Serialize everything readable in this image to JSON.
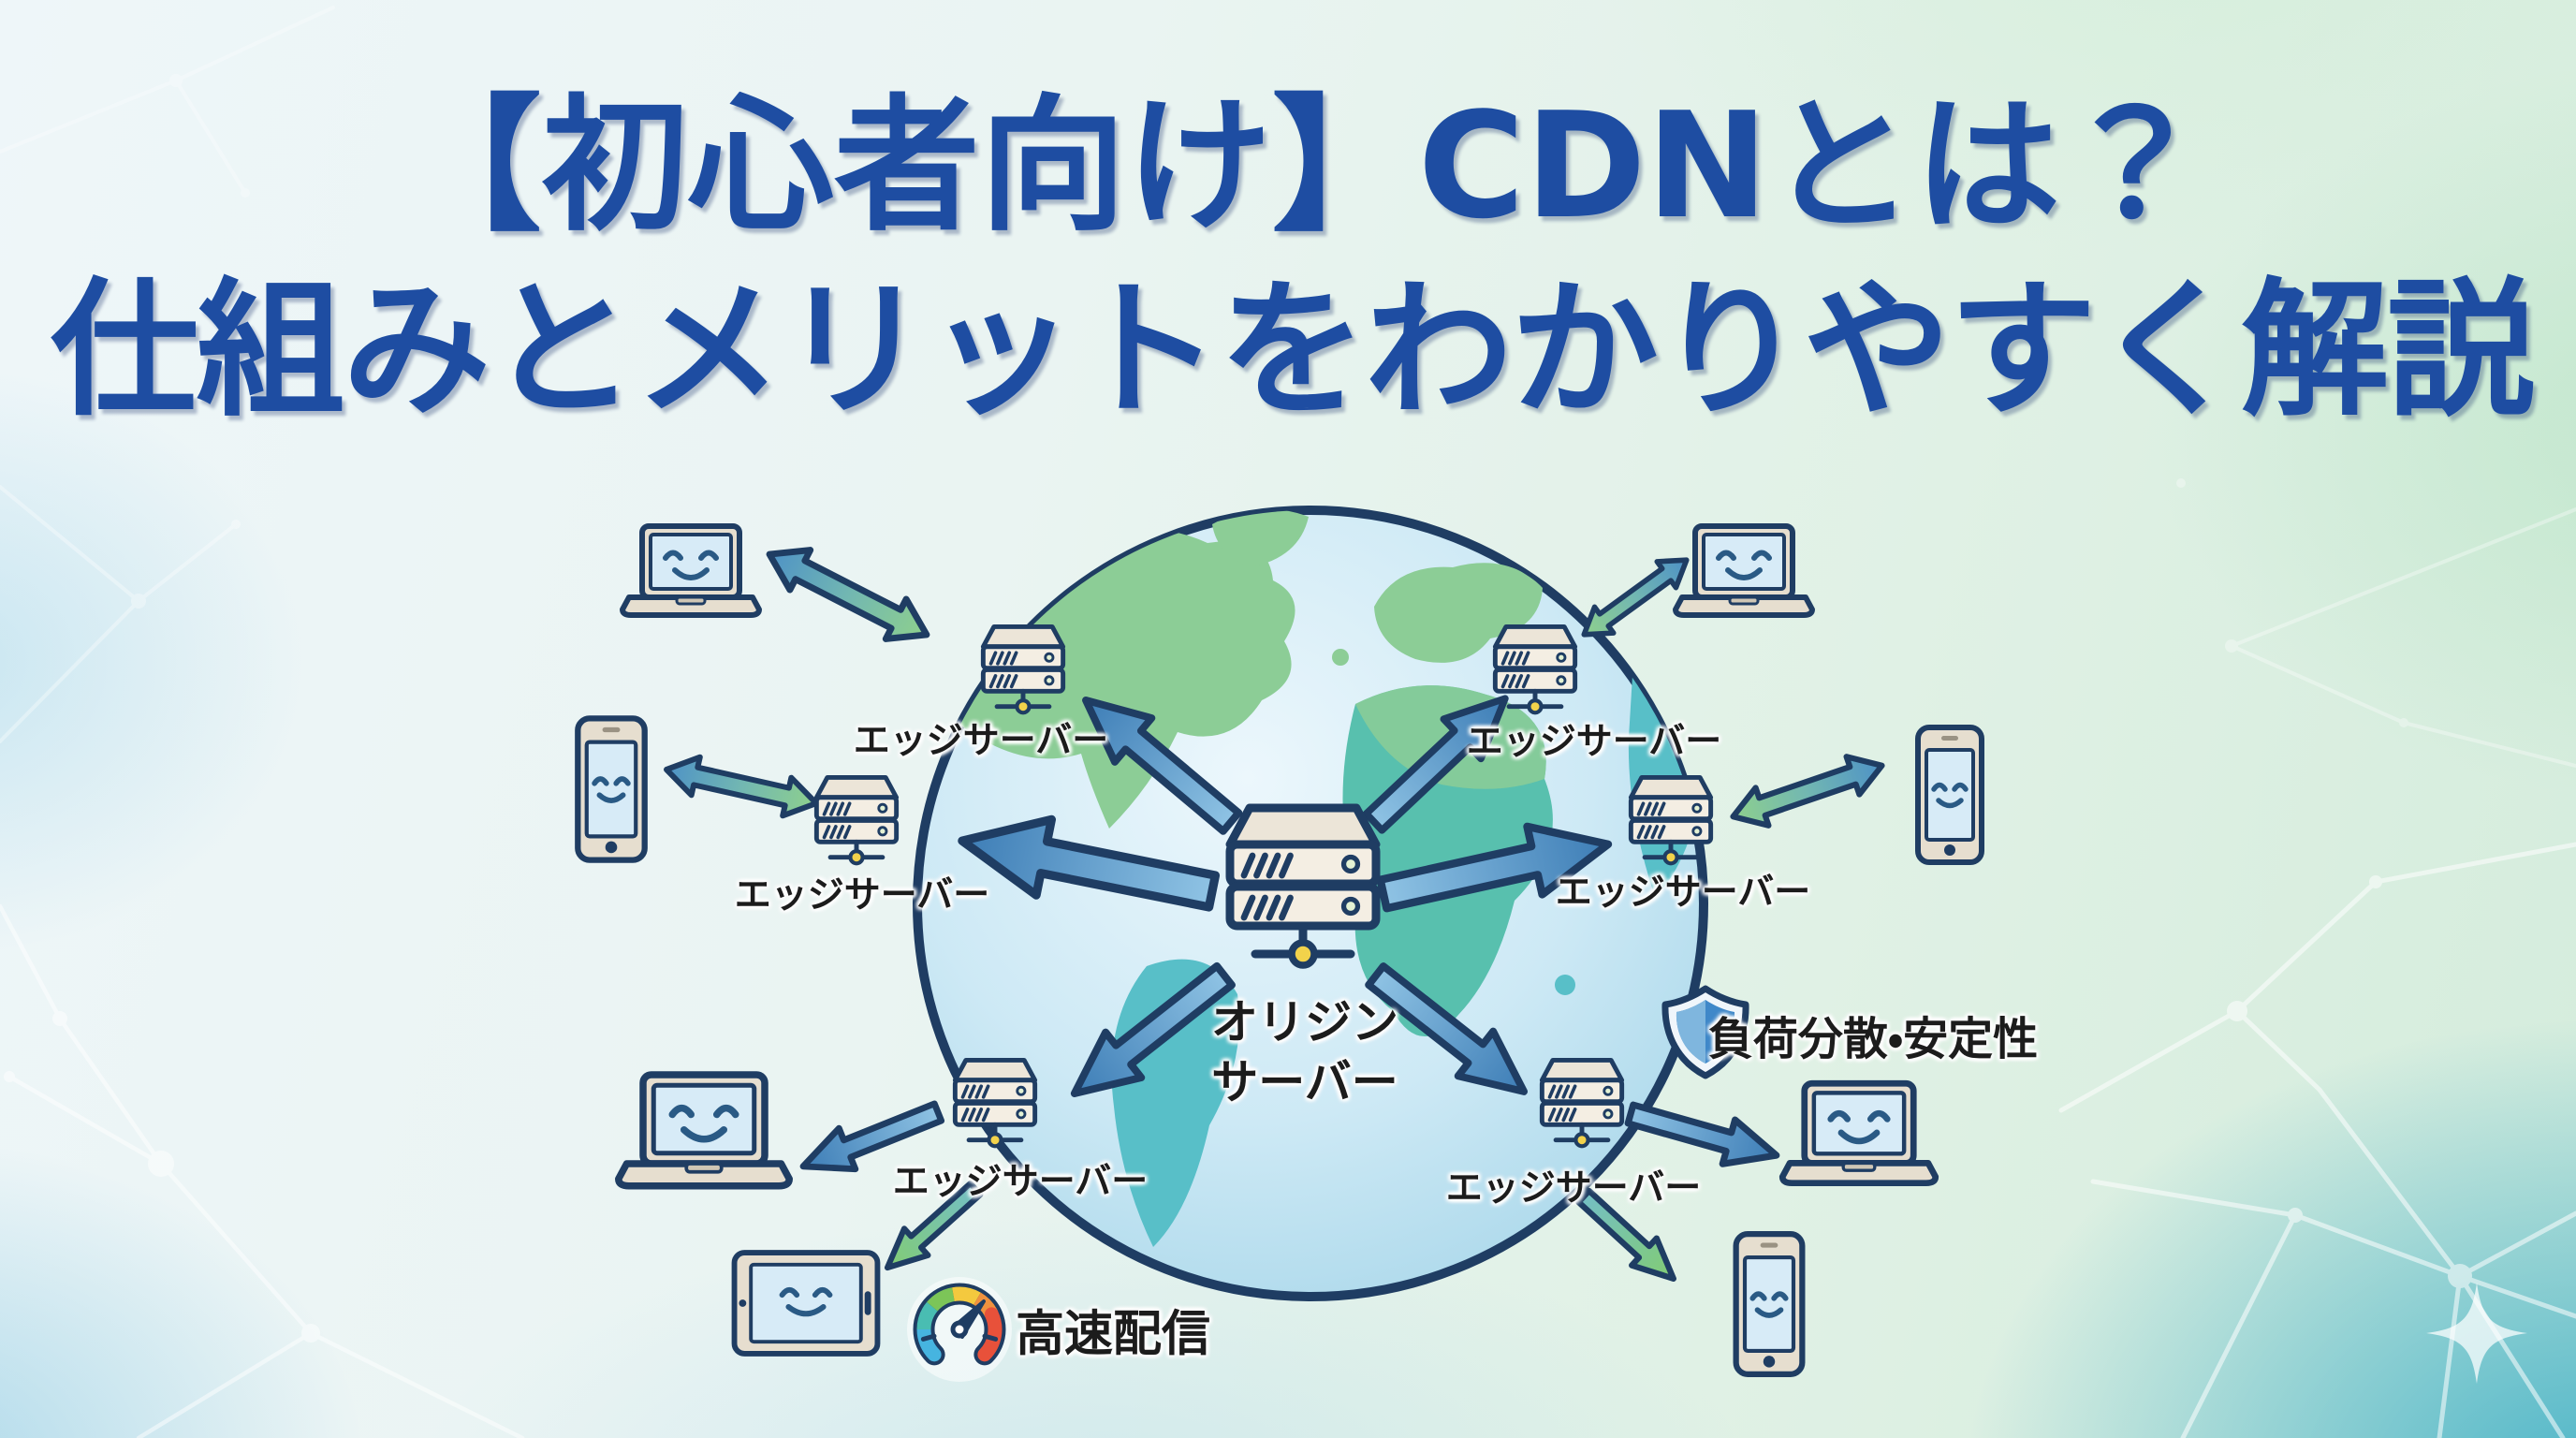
{
  "title": {
    "line1": "【初心者向け】CDNとは？",
    "line2": "仕組みとメリットをわかりやすく解説"
  },
  "diagram": {
    "origin_server": {
      "label_line1": "オリジン",
      "label_line2": "サーバー"
    },
    "edge_server_label": "エッジサーバー",
    "edge_server_count": 6,
    "devices": {
      "laptops": 4,
      "smartphones": 3,
      "tablets": 1
    },
    "badges": {
      "speed_label": "高速配信",
      "stability_label": "負荷分散・安定性"
    }
  },
  "icons": {
    "origin_server": "server-rack-with-network-node",
    "edge_server": "server-rack-with-network-node",
    "user_laptop": "laptop-with-smiley-screen",
    "user_smartphone": "smartphone-with-smiley-screen",
    "user_tablet": "tablet-with-smiley-screen",
    "stability_badge": "blue-shield-icon",
    "speed_badge": "speedometer-gauge-icon",
    "globe": "world-globe-with-continents",
    "decoration": "white-plexus-network-lines-and-sparkle"
  },
  "colors": {
    "title_blue": "#1e4da2",
    "label_ink": "#1c1c1c",
    "outline_navy": "#1f3d63",
    "arrow_blue": "#4a8fc4",
    "arrow_green": "#8ed08d",
    "globe_ocean": "#cde9f5",
    "continent_green": "#8ccd96",
    "continent_teal": "#58bfc8",
    "device_frame_beige": "#e6decf",
    "device_screen_blue": "#d7ebf7",
    "network_node_yellow": "#f2d24b",
    "background_cyan": "#3eafc6"
  }
}
